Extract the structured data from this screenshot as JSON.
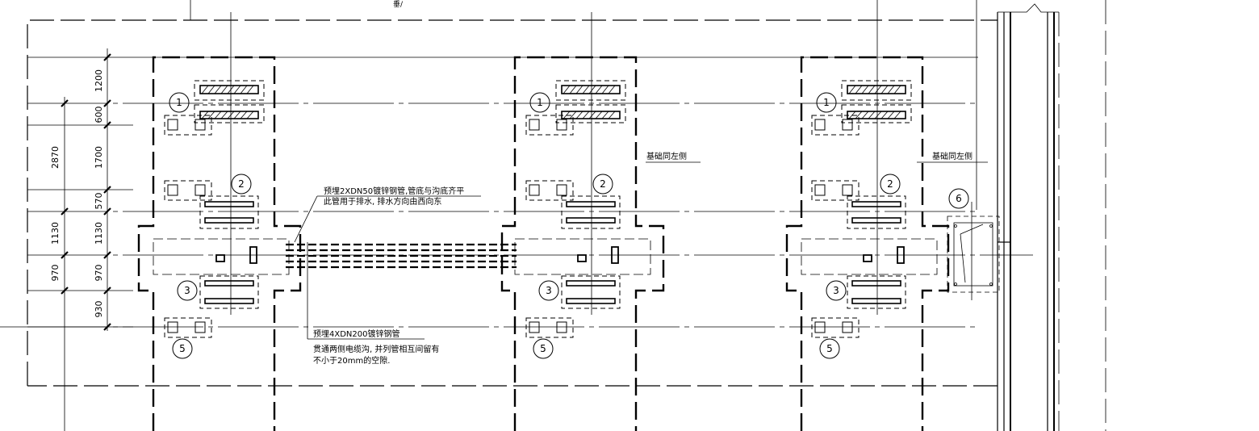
{
  "dimensions": [
    "1200",
    "600",
    "1700",
    "570",
    "1130",
    "970",
    "930"
  ],
  "cumulative_dimensions": [
    "2870",
    "1130",
    "970"
  ],
  "bubble_labels": [
    "1",
    "2",
    "3",
    "5",
    "6"
  ],
  "notes": {
    "drain_pipe_line1": "预埋2XDN50镀锌钢管,管底与沟底齐平",
    "drain_pipe_line2": "此管用于排水, 排水方向由西向东",
    "main_pipe_line1": "预埋4XDN200镀锌钢管",
    "main_pipe_line2": "贯通两侧电缆沟, 并列管相互间留有",
    "main_pipe_line3": "不小于20mm的空隙.",
    "foundation_same_left": "基础同左侧"
  }
}
